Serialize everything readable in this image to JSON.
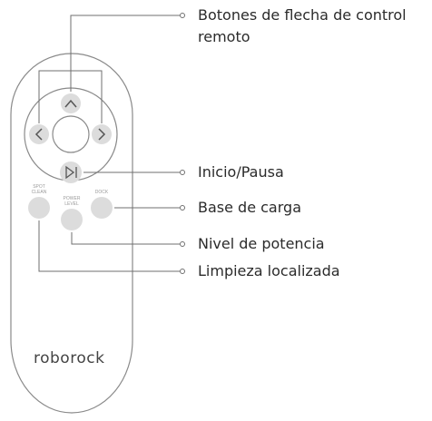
{
  "remote": {
    "brand": "roborock",
    "buttons": {
      "spot_clean": [
        "SPOT",
        "CLEAN"
      ],
      "power_level": [
        "POWER",
        "LEVEL"
      ],
      "dock": "DOCK"
    }
  },
  "callouts": {
    "arrows_line1": "Botones de flecha de control",
    "arrows_line2": "remoto",
    "start_pause": "Inicio/Pausa",
    "dock": "Base de carga",
    "power": "Nivel de potencia",
    "spot": "Limpieza localizada"
  },
  "colors": {
    "line": "#6f6f6f",
    "button_fill": "#dcdcdc",
    "body_stroke": "#8a8a8a"
  }
}
